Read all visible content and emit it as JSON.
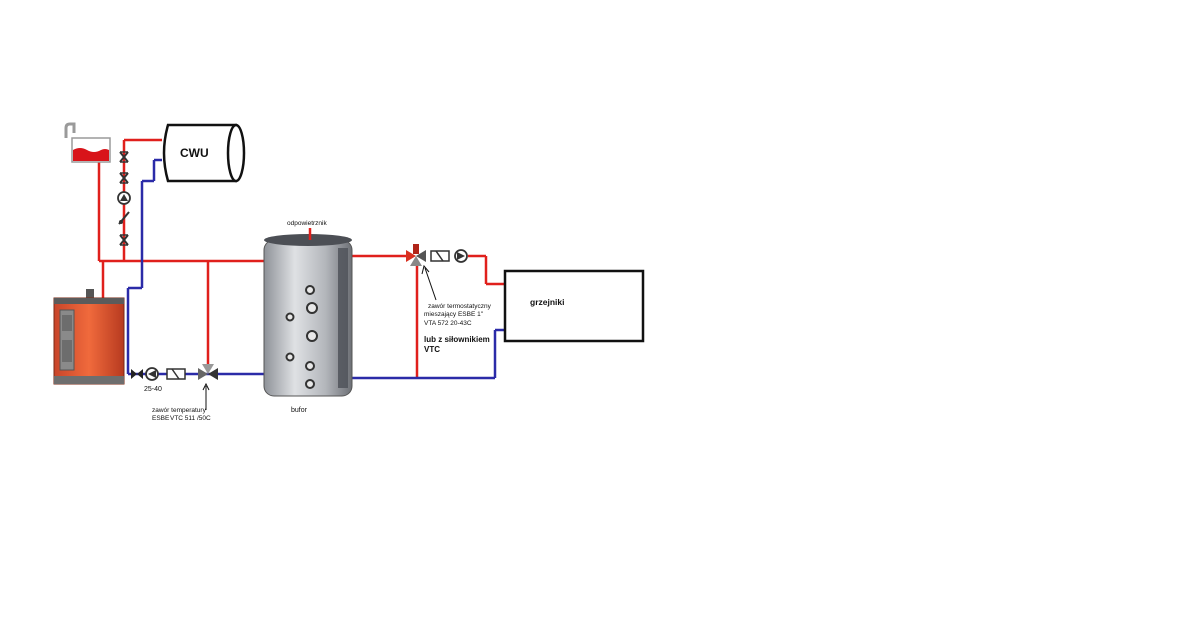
{
  "labels": {
    "cwu": "CWU",
    "grzejniki": "grzejniki",
    "odpowietrznik": "odpowietrznik",
    "bufor": "bufor",
    "pump_size": "25-40",
    "valve_left_line1": "zawór temperatury",
    "valve_left_line2": "ESBE",
    "valve_left_line3": "VTC 511  /50C",
    "valve_right_line1": "zawór termostatyczny",
    "valve_right_line2": "mieszający ESBE 1\"",
    "valve_right_line3": "VTA 572 20-43C",
    "valve_right_alt1": "lub z siłownikiem",
    "valve_right_alt2": "VTC"
  },
  "colors": {
    "supply": "#e0201c",
    "return": "#2b2ba8",
    "boiler": "#e8522a",
    "boiler_dark": "#8a8a8a",
    "buffer": "#b9bcc2",
    "vessel_fill": "#d8141a"
  },
  "icons": {
    "expansion_vessel": "expansion-vessel-icon",
    "boiler": "boiler-icon",
    "buffer_tank": "buffer-tank-icon",
    "pump": "pump-icon",
    "check_valve": "check-valve-icon",
    "ball_valve": "ball-valve-icon",
    "mixing_valve": "three-way-mixing-valve-icon"
  }
}
